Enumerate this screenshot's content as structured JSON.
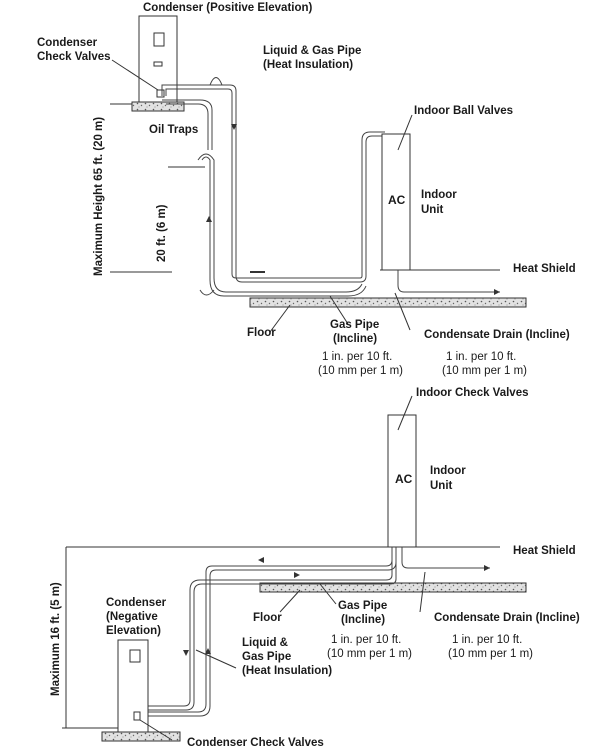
{
  "top": {
    "condenser_label": "Condenser (Positive Elevation)",
    "condenser_check_valves": [
      "Condenser",
      "Check Valves"
    ],
    "liquid_gas_pipe": [
      "Liquid & Gas Pipe",
      "(Heat Insulation)"
    ],
    "indoor_ball_valves": "Indoor Ball Valves",
    "oil_traps": "Oil Traps",
    "ac": "AC",
    "indoor_unit": [
      "Indoor",
      "Unit"
    ],
    "max_height": "Maximum Height 65 ft. (20 m)",
    "trap_spacing": "20 ft. (6 m)",
    "heat_shield": "Heat Shield",
    "floor": "Floor",
    "gas_pipe": [
      "Gas Pipe",
      "(Incline)"
    ],
    "condensate_drain": "Condensate Drain (Incline)",
    "gas_slope": [
      "1 in. per 10 ft.",
      "(10 mm per 1 m)"
    ],
    "drain_slope": [
      "1 in. per 10 ft.",
      "(10 mm per 1 m)"
    ]
  },
  "bottom": {
    "indoor_check_valves": "Indoor Check Valves",
    "ac": "AC",
    "indoor_unit": [
      "Indoor",
      "Unit"
    ],
    "heat_shield": "Heat Shield",
    "floor": "Floor",
    "gas_pipe": [
      "Gas Pipe",
      "(Incline)"
    ],
    "condensate_drain": "Condensate Drain (Incline)",
    "condenser_label": [
      "Condenser",
      "(Negative",
      "Elevation)"
    ],
    "liquid_gas_pipe": [
      "Liquid &",
      "Gas Pipe",
      "(Heat Insulation)"
    ],
    "gas_slope": [
      "1 in. per 10 ft.",
      "(10 mm per 1 m)"
    ],
    "drain_slope": [
      "1 in. per 10 ft.",
      "(10 mm per 1 m)"
    ],
    "max_height": "Maximum 16 ft. (5 m)",
    "condenser_check_valves": "Condenser Check Valves"
  },
  "colors": {
    "line": "#333333",
    "pipe": "#4a4a4a",
    "pad": "#d8d8d8"
  }
}
